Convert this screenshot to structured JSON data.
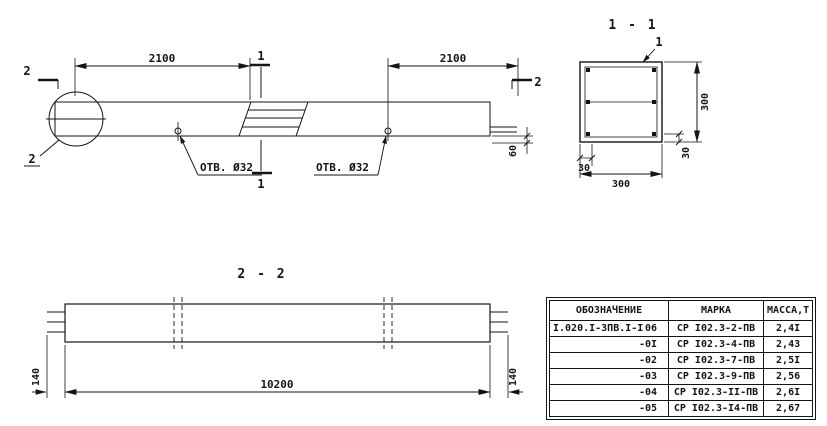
{
  "sheet": {
    "background": "#ffffff",
    "line_color": "#141414"
  },
  "elevation": {
    "dim_left": "2100",
    "dim_right": "2100",
    "dim_end": "60",
    "hole_label_left": "ОТВ. Ø32",
    "hole_label_right": "ОТВ. Ø32",
    "cut_mark_1_top": "1",
    "cut_mark_1_bottom": "1",
    "cut_mark_2_left": "2",
    "cut_mark_2_right": "2",
    "detail_callout": "2"
  },
  "section_1_1": {
    "title": "1 - 1",
    "rebar_callout": "1",
    "dim_width": "300",
    "dim_height": "300",
    "dim_cover_bottom": "30",
    "dim_cover_side": "30"
  },
  "section_2_2": {
    "title": "2 - 2",
    "dim_length": "10200",
    "dim_left_bar": "140",
    "dim_right_bar": "140"
  },
  "table": {
    "headers": [
      "ОБОЗНАЧЕНИЕ",
      "МАРКА",
      "МАССА,Т"
    ],
    "rows": [
      {
        "designation": "I.020.I-3ПВ.I-I",
        "suffix": "06",
        "mark": "СР I02.3-2-ПВ",
        "mass": "2,4I"
      },
      {
        "designation": "",
        "suffix": "-0I",
        "mark": "СР I02.3-4-ПВ",
        "mass": "2,43"
      },
      {
        "designation": "",
        "suffix": "-02",
        "mark": "СР I02.3-7-ПВ",
        "mass": "2,5I"
      },
      {
        "designation": "",
        "suffix": "-03",
        "mark": "СР I02.3-9-ПВ",
        "mass": "2,56"
      },
      {
        "designation": "",
        "suffix": "-04",
        "mark": "СР I02.3-II-ПВ",
        "mass": "2,6I"
      },
      {
        "designation": "",
        "suffix": "-05",
        "mark": "СР I02.3-I4-ПВ",
        "mass": "2,67"
      }
    ]
  }
}
